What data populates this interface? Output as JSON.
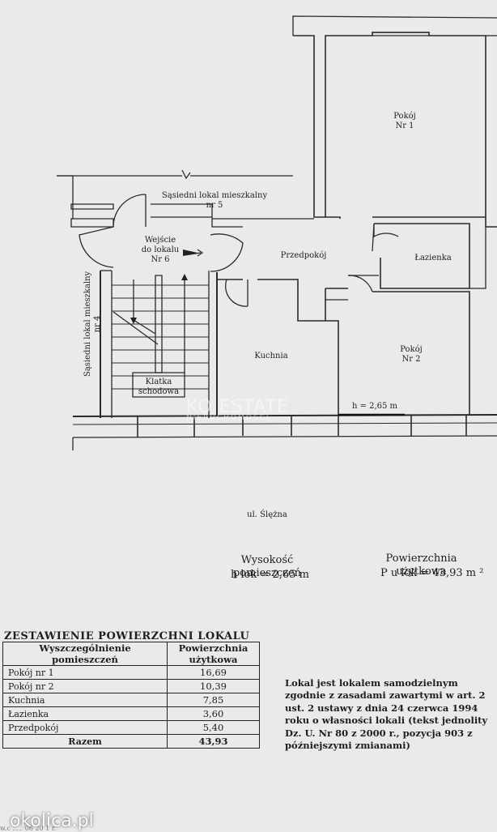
{
  "plan": {
    "rooms": {
      "room1": "Pokój\nNr 1",
      "room2": "Pokój\nNr 2",
      "bathroom": "Łazienka",
      "hall": "Przedpokój",
      "kitchen": "Kuchnia",
      "stairwell": "Klatka\nschodowa",
      "entrance": "Wejście\ndo lokalu\nNr 6",
      "neighbor5": "Sąsiedni lokal mieszkalny\nnr 5",
      "neighbor4": "Sąsiedni lokal mieszkalny\nnr 4"
    },
    "height_label": "h = 2,65 m",
    "street": "ul. Ślężna"
  },
  "summary_header": {
    "height_title": "Wysokość pomieszczeń",
    "height_value": "h lok = 2,65 m",
    "area_title": "Powierzchnia użytkowa",
    "area_value": "P u lok = 43,93 m ²"
  },
  "table": {
    "title": "ZESTAWIENIE POWIERZCHNI LOKALU",
    "col1": "Wyszczególnienie pomieszczeń",
    "col2": "Powierzchnia użytkowa",
    "rows": [
      {
        "name": "Pokój nr 1",
        "area": "16,69"
      },
      {
        "name": "Pokój nr 2",
        "area": "10,39"
      },
      {
        "name": "Kuchnia",
        "area": "7,85"
      },
      {
        "name": "Łazienka",
        "area": "3,60"
      },
      {
        "name": "Przedpokój",
        "area": "5,40"
      }
    ],
    "total_label": "Razem",
    "total_value": "43,93"
  },
  "note": "Lokal jest lokalem samodzielnym zgodnie z zasadami zawartymi w art. 2 ust. 2 ustawy z dnia 24 czerwca 1994 roku o własności lokali (tekst jednolity Dz. U. Nr 80 z 2000 r., pozycja 903 z późniejszymi zmianami)",
  "watermark": {
    "main": "KO ESTATE",
    "sub": "NIERUCHOMOŚCI"
  },
  "brand": "okolica.pl",
  "footer": "w.c ..... 06 20 1 r."
}
